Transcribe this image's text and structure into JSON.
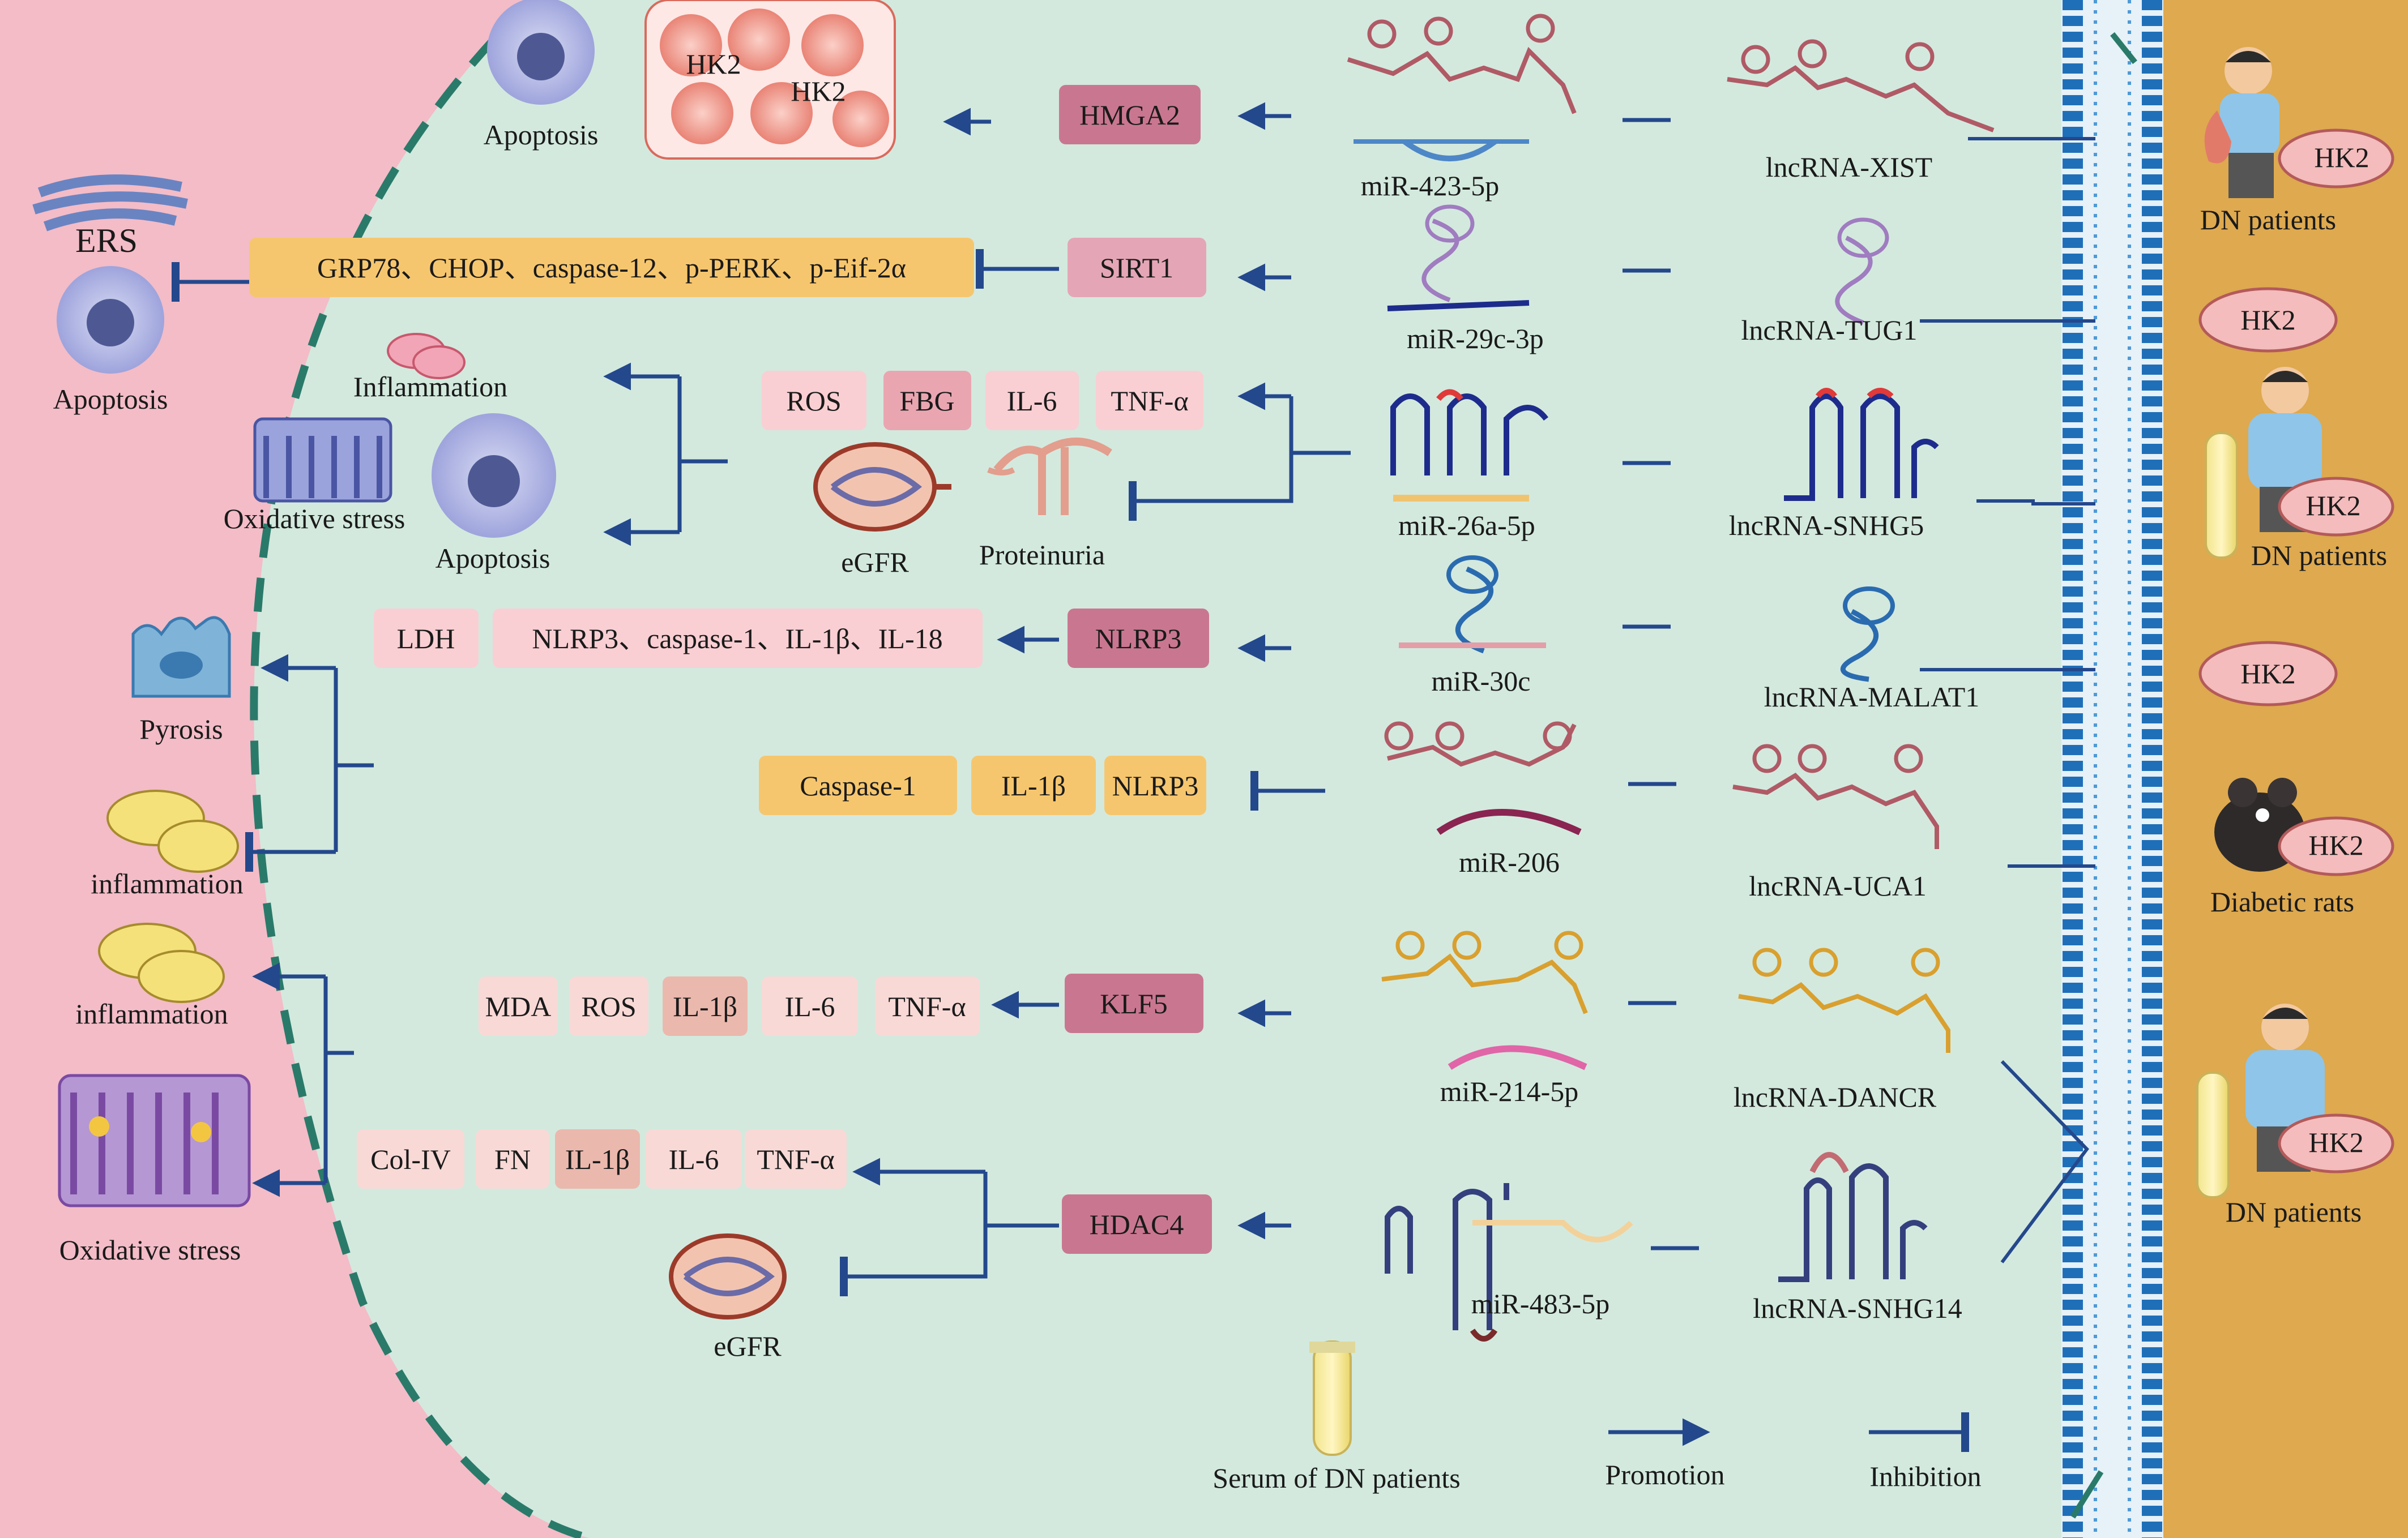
{
  "legend": {
    "serum": "Serum of DN patients",
    "promotion": "Promotion",
    "inhibition": "Inhibition"
  },
  "cell_labels": {
    "hk2_a": "HK2",
    "hk2_b": "HK2"
  },
  "left_labels": {
    "apoptosis_top": "Apoptosis",
    "ers": "ERS",
    "apoptosis_left": "Apoptosis",
    "inflammation_r3": "Inflammation",
    "oxidative_r3": "Oxidative stress",
    "apoptosis_r3": "Apoptosis",
    "egfr_r3": "eGFR",
    "proteinuria": "Proteinuria",
    "pyrosis": "Pyrosis",
    "inflammation_r5": "inflammation",
    "inflammation_r6": "inflammation",
    "oxidative_r6": "Oxidative stress",
    "egfr_r7": "eGFR"
  },
  "targets": {
    "hmga2": "HMGA2",
    "sirt1": "SIRT1",
    "nlrp3": "NLRP3",
    "klf5": "KLF5",
    "hdac4": "HDAC4"
  },
  "markers": {
    "r2": "GRP78、CHOP、caspase-12、p-PERK、p-Eif-2α",
    "r3": [
      "ROS",
      "FBG",
      "IL-6",
      "TNF-α"
    ],
    "r4": [
      "LDH",
      "NLRP3、caspase-1、IL-1β、IL-18"
    ],
    "r5": [
      "Caspase-1",
      "IL-1β",
      "NLRP3"
    ],
    "r6": [
      "MDA",
      "ROS",
      "IL-1β",
      "IL-6",
      "TNF-α"
    ],
    "r7": [
      "Col-IV",
      "FN",
      "IL-1β",
      "IL-6",
      "TNF-α"
    ]
  },
  "mirnas": [
    "miR-423-5p",
    "miR-29c-3p",
    "miR-26a-5p",
    "miR-30c",
    "miR-206",
    "miR-214-5p",
    "miR-483-5p"
  ],
  "lncrnas": [
    "lncRNA-XIST",
    "lncRNA-TUG1",
    "lncRNA-SNHG5",
    "lncRNA-MALAT1",
    "lncRNA-UCA1",
    "lncRNA-DANCR",
    "lncRNA-SNHG14"
  ],
  "sources": {
    "dn1": "DN patients",
    "hk2_1": "HK2",
    "hk2_2": "HK2",
    "dn2": "DN patients",
    "hk2_3": "HK2",
    "hk2_4": "HK2",
    "rats": "Diabetic rats",
    "hk2_5": "HK2",
    "dn3": "DN patients",
    "hk2_6": "HK2"
  },
  "colors": {
    "left_zone": "#f3bcc7",
    "middle_zone": "#d3e9de",
    "right_zone": "#dea94f",
    "membrane": "#1f6fb8",
    "dashed_border": "#2a7a6a",
    "arrow": "#24488c"
  }
}
